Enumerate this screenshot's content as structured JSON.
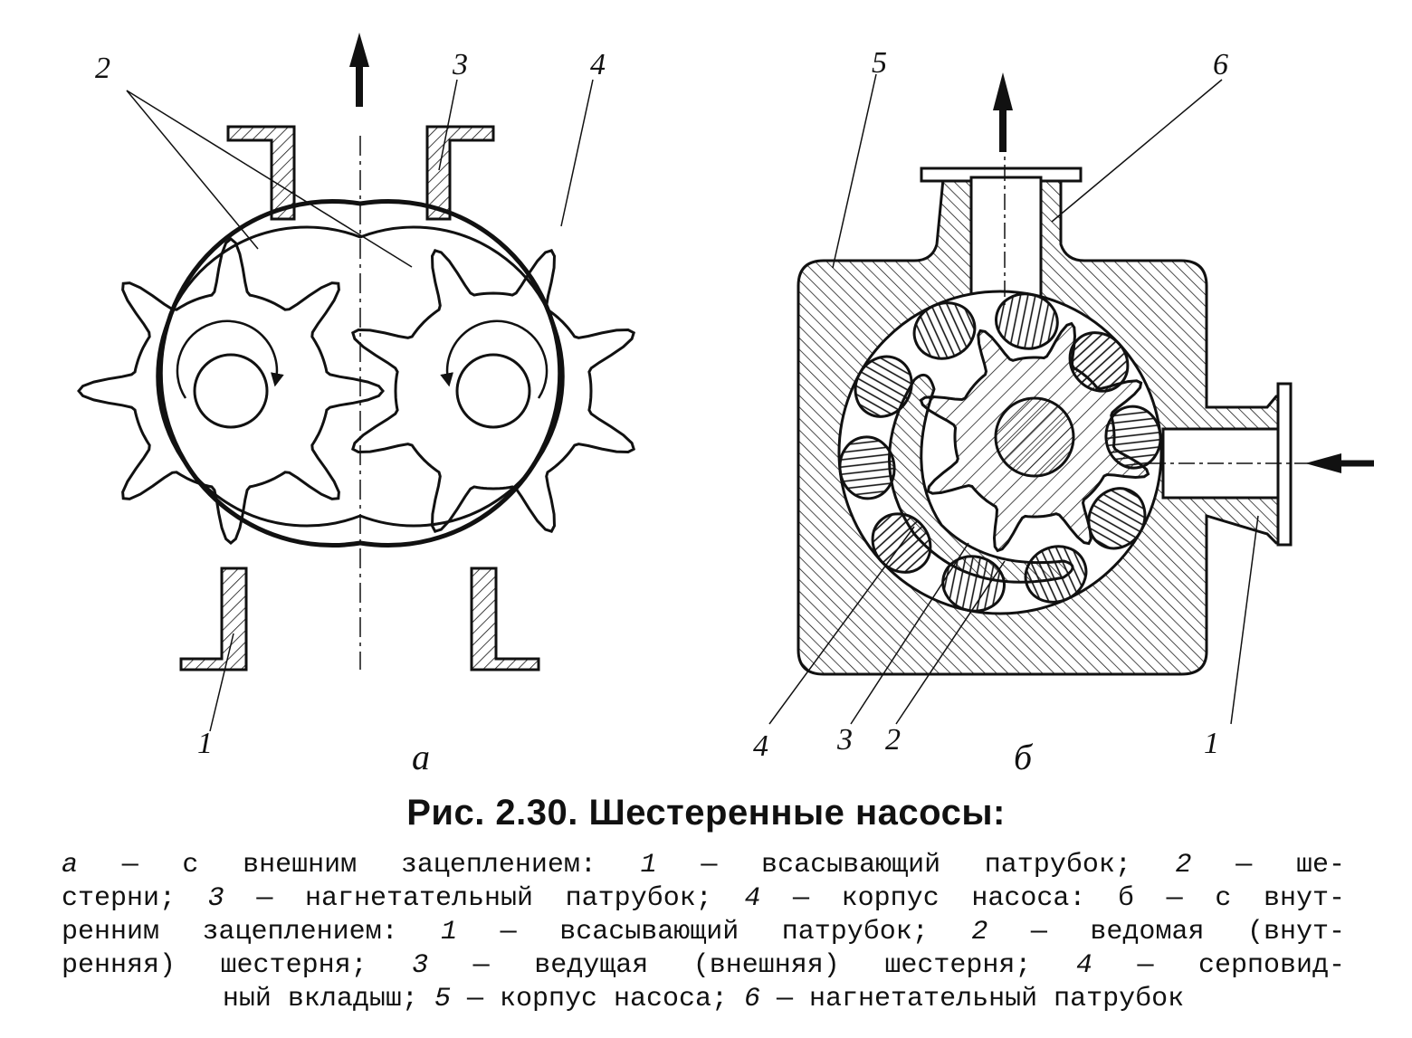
{
  "figure": {
    "panel_a": {
      "sublabel": "а",
      "callouts": [
        "1",
        "2",
        "3",
        "4"
      ]
    },
    "panel_b": {
      "sublabel": "б",
      "callouts": [
        "1",
        "2",
        "3",
        "4",
        "5",
        "6"
      ]
    }
  },
  "caption": {
    "title": "Рис. 2.30. Шестеренные насосы:",
    "lines": [
      [
        {
          "t": "а",
          "i": true
        },
        {
          "t": " — с  внешним  зацеплением:  "
        },
        {
          "t": "1",
          "i": true
        },
        {
          "t": " — всасывающий  патрубок;  "
        },
        {
          "t": "2",
          "i": true
        },
        {
          "t": " — ше-"
        }
      ],
      [
        {
          "t": "стерни;  "
        },
        {
          "t": "3",
          "i": true
        },
        {
          "t": " — нагнетательный  патрубок;  "
        },
        {
          "t": "4",
          "i": true
        },
        {
          "t": " — корпус  насоса:  б — с  внут-"
        }
      ],
      [
        {
          "t": "ренним  зацеплением:  "
        },
        {
          "t": "1",
          "i": true
        },
        {
          "t": " — всасывающий  патрубок;  "
        },
        {
          "t": "2",
          "i": true
        },
        {
          "t": " — ведомая  (внут-"
        }
      ],
      [
        {
          "t": "ренняя)  шестерня;  "
        },
        {
          "t": "3",
          "i": true
        },
        {
          "t": " — ведущая  (внешняя)  шестерня;  "
        },
        {
          "t": "4",
          "i": true
        },
        {
          "t": " — серповид-"
        }
      ],
      [
        {
          "t": "ный  вкладыш;  "
        },
        {
          "t": "5",
          "i": true
        },
        {
          "t": " — корпус  насоса;  "
        },
        {
          "t": "6",
          "i": true
        },
        {
          "t": " — нагнетательный  патрубок"
        }
      ]
    ]
  },
  "colors": {
    "ink": "#111111",
    "paper": "#ffffff"
  }
}
